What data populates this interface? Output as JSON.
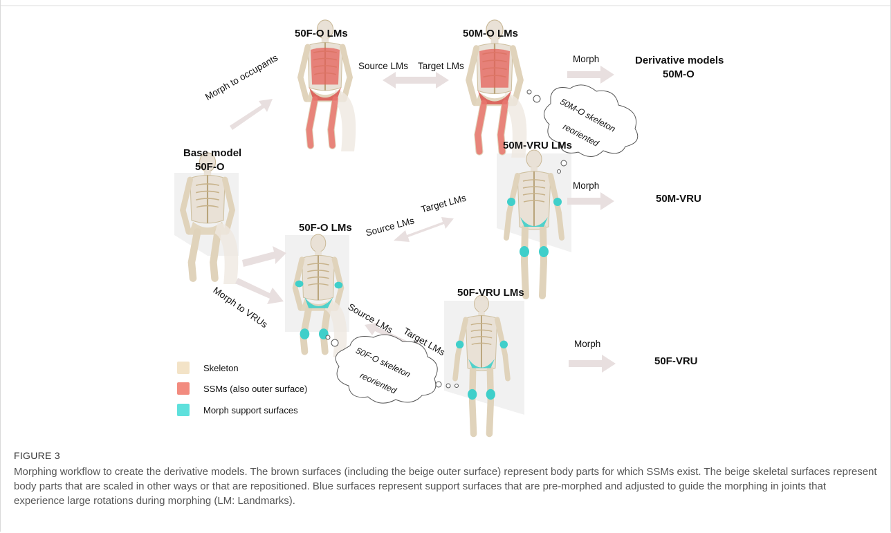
{
  "labels": {
    "f_o_top": "50F-O LMs",
    "m_o": "50M-O LMs",
    "derivative_line1": "Derivative models",
    "derivative_line2": "50M-O",
    "base_line1": "Base model",
    "base_line2": "50F-O",
    "m_vru_lms": "50M-VRU LMs",
    "m_vru": "50M-VRU",
    "f_o_mid": "50F-O LMs",
    "f_vru_lms": "50F-VRU LMs",
    "f_vru": "50F-VRU"
  },
  "arrow_text": {
    "source_top": "Source LMs",
    "target_top": "Target LMs",
    "source_mid": "Source LMs",
    "target_mid": "Target LMs",
    "source_low": "Source LMs",
    "target_low": "Target LMs",
    "morph_occupants": "Morph to occupants",
    "morph_vrus": "Morph to VRUs",
    "morph1": "Morph",
    "morph2": "Morph",
    "morph3": "Morph"
  },
  "clouds": {
    "m_line1": "50M-O skeleton",
    "m_line2": "reoriented",
    "f_line1": "50F-O skeleton",
    "f_line2": "reoriented"
  },
  "legend": [
    {
      "label": "Skeleton",
      "color": "#f3e3c7"
    },
    {
      "label": "SSMs (also outer surface)",
      "color": "#f28b7f"
    },
    {
      "label": "Morph support surfaces",
      "color": "#5ee0dc"
    }
  ],
  "colors": {
    "arrow": "#e8dfdf",
    "skin": "#e9e1d6",
    "bone": "#d6c4a2",
    "ssm": "#e4605a",
    "support": "#3fcfca",
    "shadow": "#efefef"
  },
  "caption": {
    "title": "FIGURE 3",
    "text": "Morphing workflow to create the derivative models. The brown surfaces (including the beige outer surface) represent body parts for which SSMs exist. The beige skeletal surfaces represent body parts that are scaled in other ways or that are repositioned. Blue surfaces represent support surfaces that are pre-morphed and adjusted to guide the morphing in joints that experience large rotations during morphing (LM: Landmarks)."
  }
}
